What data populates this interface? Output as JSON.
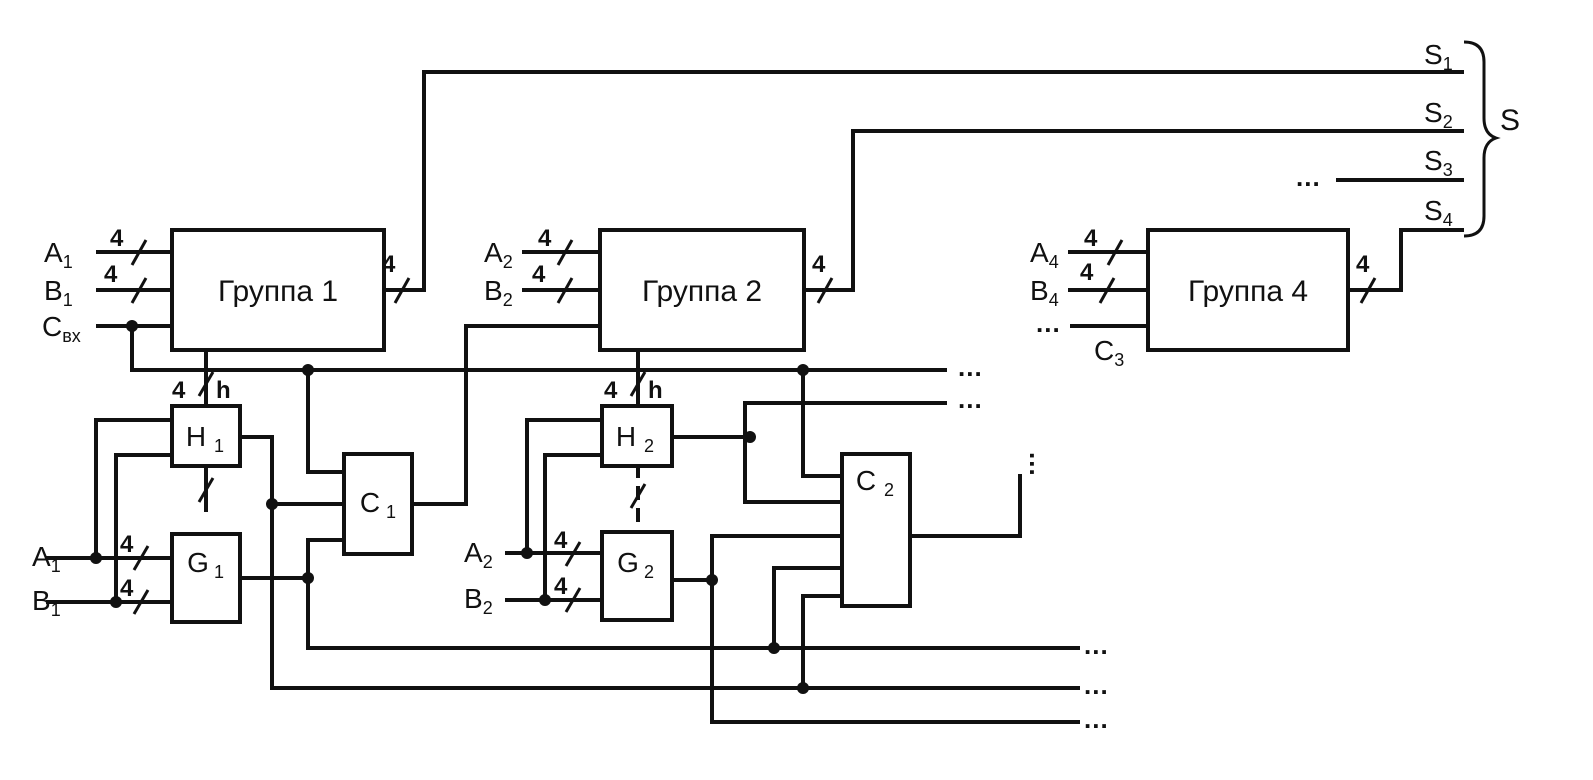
{
  "blocks": {
    "group1": "Группа 1",
    "group2": "Группа 2",
    "group4": "Группа 4",
    "h1": {
      "main": "H",
      "sub": "1"
    },
    "h2": {
      "main": "H",
      "sub": "2"
    },
    "g1": {
      "main": "G",
      "sub": "1"
    },
    "g2": {
      "main": "G",
      "sub": "2"
    },
    "c1": {
      "main": "C",
      "sub": "1"
    },
    "c2": {
      "main": "C",
      "sub": "2"
    }
  },
  "inputs": {
    "a1": {
      "main": "A",
      "sub": "1"
    },
    "b1": {
      "main": "B",
      "sub": "1"
    },
    "cin": {
      "main": "C",
      "sub": "вх"
    },
    "a2": {
      "main": "A",
      "sub": "2"
    },
    "b2": {
      "main": "B",
      "sub": "2"
    },
    "a4": {
      "main": "A",
      "sub": "4"
    },
    "b4": {
      "main": "B",
      "sub": "4"
    },
    "c3": {
      "main": "C",
      "sub": "3"
    }
  },
  "outputs": {
    "s1": {
      "main": "S",
      "sub": "1"
    },
    "s2": {
      "main": "S",
      "sub": "2"
    },
    "s3": {
      "main": "S",
      "sub": "3"
    },
    "s4": {
      "main": "S",
      "sub": "4"
    },
    "s": "S"
  },
  "bus_width": "4",
  "h_label": "h",
  "ellipsis": "..."
}
